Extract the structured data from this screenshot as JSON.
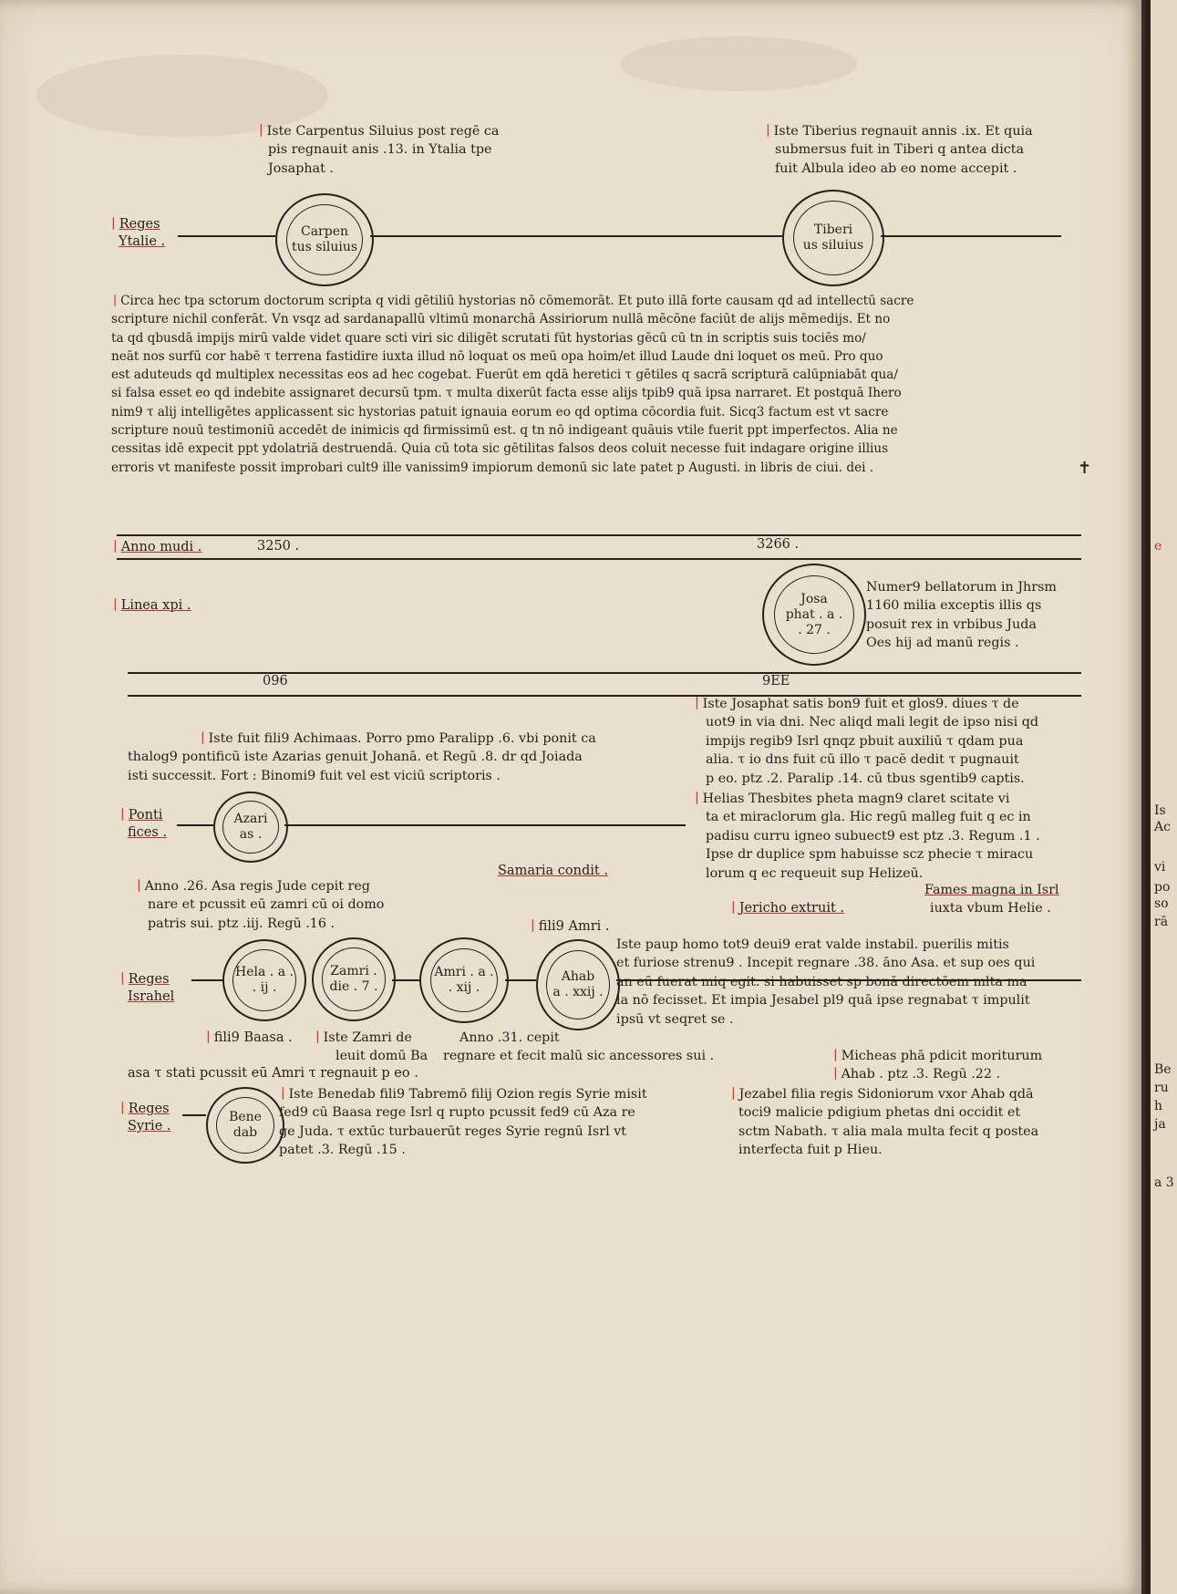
{
  "top_left_note": [
    "Iste Carpentus Siluius post regē ca",
    "pis regnauit anis .13. in Ytalia tpe",
    "Josaphat ."
  ],
  "top_right_note": [
    "Iste Tiberius regnauit annis .ix. Et quia",
    "submersus fuit in Tiberi q antea dicta",
    "fuit Albula ideo ab eo nome accepit ."
  ],
  "reges_italie_label": [
    "Reges",
    "Ytalie ."
  ],
  "circle_carpentus": [
    "Carpen",
    "tus siluius"
  ],
  "circle_tiberius": [
    "Tiberi",
    "us siluius"
  ],
  "main_paragraph": [
    "Circa hec tpa sctorum doctorum scripta q vidi gētiliū hystorias nō cōmemorāt. Et puto illā forte causam qd ad intellectū sacre",
    "scripture nichil conferāt. Vn vsqz ad sardanapallū vltimū monarchā Assiriorum nullā mēcōne faciūt de alijs mēmedijs. Et no",
    "ta qd qbusdā impijs mirū valde videt quare scti viri sic diligēt scrutati fūt hystorias gēcū cū tn in scriptis suis tociēs mo/",
    "neāt nos surfū cor habē τ terrena fastidire iuxta illud nō loquat os meū opa hoim/et illud Laude dni loquet os meū. Pro quo",
    "est aduteuds qd multiplex necessitas eos ad hec cogebat. Fuerūt em qdā heretici τ gētiles q sacrā scripturā calūpniabāt qua/",
    "si falsa esset eo qd indebite assignaret decursū tpm. τ multa dixerūt facta esse alijs tpib9 quā ipsa narraret. Et postquā Ihero",
    "nim9 τ alij intelligētes applicassent sic hystorias patuit ignauia eorum eo qd optima cōcordia fuit. Sicq3 factum est vt sacre",
    "scripture nouū testimoniū accedēt de inimicis qd firmissimū est. q tn nō indigeant quāuis vtile fuerit ppt imperfectos. Alia ne",
    "cessitas idē expecit ppt ydolatriā destruendā. Quia cū tota sic gētilitas falsos deos coluit necesse fuit indagare origine illius",
    "erroris vt manifeste possit improbari cult9 ille vanissim9 impiorum demonū sic late patet p Augusti. in libris de ciui. dei ."
  ],
  "anno_mundi": {
    "label": "Anno mudi .",
    "value_left": "3250 .",
    "value_right": "3266 ."
  },
  "linea_xpi": "Linea xpi .",
  "circle_josaphat": [
    "Josa",
    "phat . a .",
    ". 27 ."
  ],
  "josaphat_note": [
    "Numer9 bellatorum in Jhrsm",
    "1160 milia exceptis illis qs",
    "posuit rex in vrbibus Juda",
    "Oes hij ad manū regis ."
  ],
  "year_left": "096",
  "year_right": "9EE",
  "left_azarias_note": [
    "Iste fuit fili9 Achimaas. Porro pmo Paralipp .6. vbi ponit ca",
    "thalog9 pontificū iste Azarias genuit Johanā. et Regū .8. dr qd Joiada",
    "isti successit. Fort : Binomi9 fuit vel est viciū scriptoris ."
  ],
  "right_josaphat_note": [
    "Iste Josaphat satis bon9 fuit et glos9. diues τ de",
    "uot9 in via dni. Nec aliqd mali legit de ipso nisi qd",
    "impijs regib9 Isrl qnqz pbuit auxiliū τ qdam pua",
    "alia. τ io dns fuit cū illo τ pacē dedit τ pugnauit",
    "p eo. ptz .2. Paralip .14. cū tbus sgentib9 captis."
  ],
  "helias_note": [
    "Helias Thesbites pheta magn9 claret scitate vi",
    "ta et miraclorum gla. Hic regū malleg fuit q ec in",
    "padisu curru igneo subuect9 est ptz .3. Regum .1 .",
    "Ipse dr duplice spm habuisse scz phecie τ miracu",
    "lorum q ec requeuit sup Helizeū."
  ],
  "pontifices_label": [
    "Ponti",
    "fices ."
  ],
  "circle_azarias": [
    "Azari",
    "as ."
  ],
  "samaria": "Samaria condit .",
  "asa_note": [
    "Anno .26. Asa regis Jude cepit reg",
    "nare et pcussit eū zamri cū oi domo",
    "patris sui. ptz .iij. Regū .16 ."
  ],
  "jericho": "Jericho extruit .",
  "fames_note": [
    "Fames magna in Isrl",
    "iuxta vbum Helie ."
  ],
  "filius_amri": "fili9 Amri .",
  "ahab_note": [
    "Iste paup homo tot9 deui9 erat valde instabil. puerilis mitis",
    "et furiose strenu9 . Incepit regnare .38. āno Asa. et sup oes qui",
    "an eū fuerat miq egit. si habuisset sp bonā directōem mlta ma",
    "la nō fecisset. Et impia Jesabel pl9 quā ipse regnabat τ impulit",
    "ipsū vt seqret se ."
  ],
  "reges_israel_label": [
    "Reges",
    "Israhel"
  ],
  "circle_hela": [
    "Hela . a .",
    ". ij ."
  ],
  "circle_zamri": [
    "Zamri .",
    "die . 7 ."
  ],
  "circle_amri": [
    "Amri . a .",
    ". xij ."
  ],
  "circle_ahab": [
    "Ahab",
    "a . xxij ."
  ],
  "filius_baasa": "fili9 Baasa .",
  "zamri_note": [
    "Iste Zamri de",
    "leuit domū Ba"
  ],
  "anno31_note": [
    "Anno .31. cepit",
    "regnare et fecit malū sic ancessores sui ."
  ],
  "asa_line": "asa τ stati pcussit eū Amri τ regnauit p eo .",
  "micheas_note": [
    "Micheas phā pdicit moriturum",
    "Ahab . ptz .3. Regū .22 ."
  ],
  "reges_syrie_label": [
    "Reges",
    "Syrie ."
  ],
  "circle_benedab": [
    "Bene",
    "dab"
  ],
  "benedab_note": [
    "Iste Benedab fili9 Tabremō filij Ozion regis Syrie misit",
    "fed9 cū Baasa rege Isrl q rupto pcussit fed9 cū Aza re",
    "ge Juda. τ extūc turbauerūt reges Syrie regnū Isrl vt",
    "patet .3. Regū .15 ."
  ],
  "jezabel_note": [
    "Jezabel filia regis Sidoniorum vxor Ahab qdā",
    "toci9 malicie pdigium phetas dni occidit et",
    "sctm Nabath. τ alia mala multa fecit q postea",
    "interfecta fuit p Hieu."
  ],
  "signature_mark": "a 3",
  "next_page_fragments": [
    "e",
    "Is",
    "Ac",
    "vi",
    "po",
    "so",
    "rā",
    "Be",
    "ru",
    "h",
    "ja",
    "a 3"
  ]
}
